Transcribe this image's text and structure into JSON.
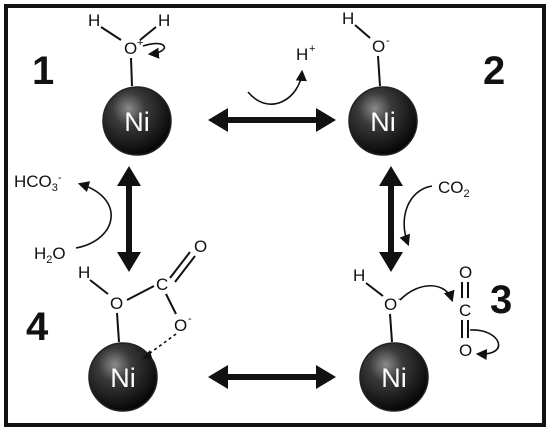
{
  "diagram": {
    "step_labels": [
      "1",
      "2",
      "3",
      "4"
    ],
    "metal_label": "Ni",
    "atoms": {
      "hydrogen": "H",
      "oxygen": "O",
      "carbon": "C"
    },
    "charges": {
      "plus": "+",
      "minus": "-"
    },
    "species": {
      "proton": "H",
      "proton_charge": "+",
      "co2_main": "CO",
      "co2_sub": "2",
      "bicarbonate_main": "HCO",
      "bicarbonate_sub": "3",
      "bicarbonate_charge": "-",
      "water_h": "H",
      "water_sub": "2",
      "water_o": "O"
    }
  }
}
